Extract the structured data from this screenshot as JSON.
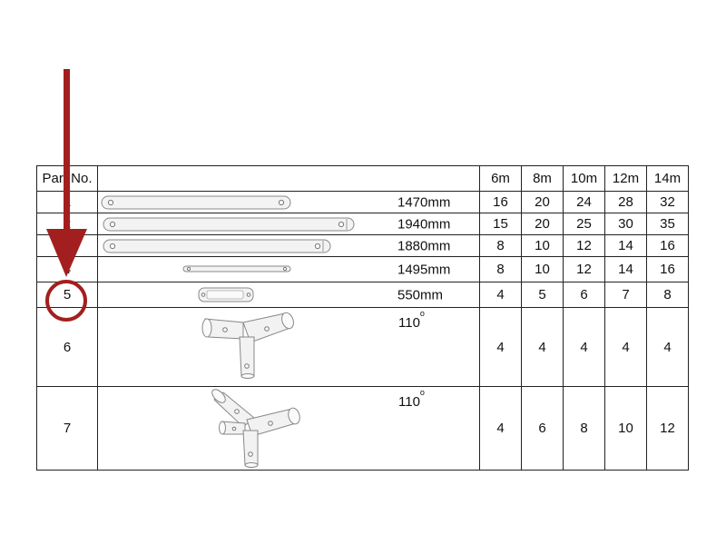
{
  "header": {
    "part_no": "Part No.",
    "sizes": [
      "6m",
      "8m",
      "10m",
      "12m",
      "14m"
    ]
  },
  "rows": [
    {
      "part": "1",
      "length": "1470mm",
      "qty": [
        "16",
        "20",
        "24",
        "28",
        "32"
      ]
    },
    {
      "part": "2",
      "length": "1940mm",
      "qty": [
        "15",
        "20",
        "25",
        "30",
        "35"
      ]
    },
    {
      "part": "3",
      "length": "1880mm",
      "qty": [
        "8",
        "10",
        "12",
        "14",
        "16"
      ]
    },
    {
      "part": "4",
      "length": "1495mm",
      "qty": [
        "8",
        "10",
        "12",
        "14",
        "16"
      ]
    },
    {
      "part": "5",
      "length": "550mm",
      "qty": [
        "4",
        "5",
        "6",
        "7",
        "8"
      ]
    },
    {
      "part": "6",
      "angle": "110",
      "angle_unit": "o",
      "qty": [
        "4",
        "4",
        "4",
        "4",
        "4"
      ]
    },
    {
      "part": "7",
      "angle": "110",
      "angle_unit": "o",
      "qty": [
        "4",
        "6",
        "8",
        "10",
        "12"
      ]
    }
  ],
  "annotation": {
    "highlighted_part": "5",
    "color": "#a31f1f"
  },
  "colors": {
    "part_fill": "#f3f3f3",
    "part_stroke": "#888888"
  }
}
